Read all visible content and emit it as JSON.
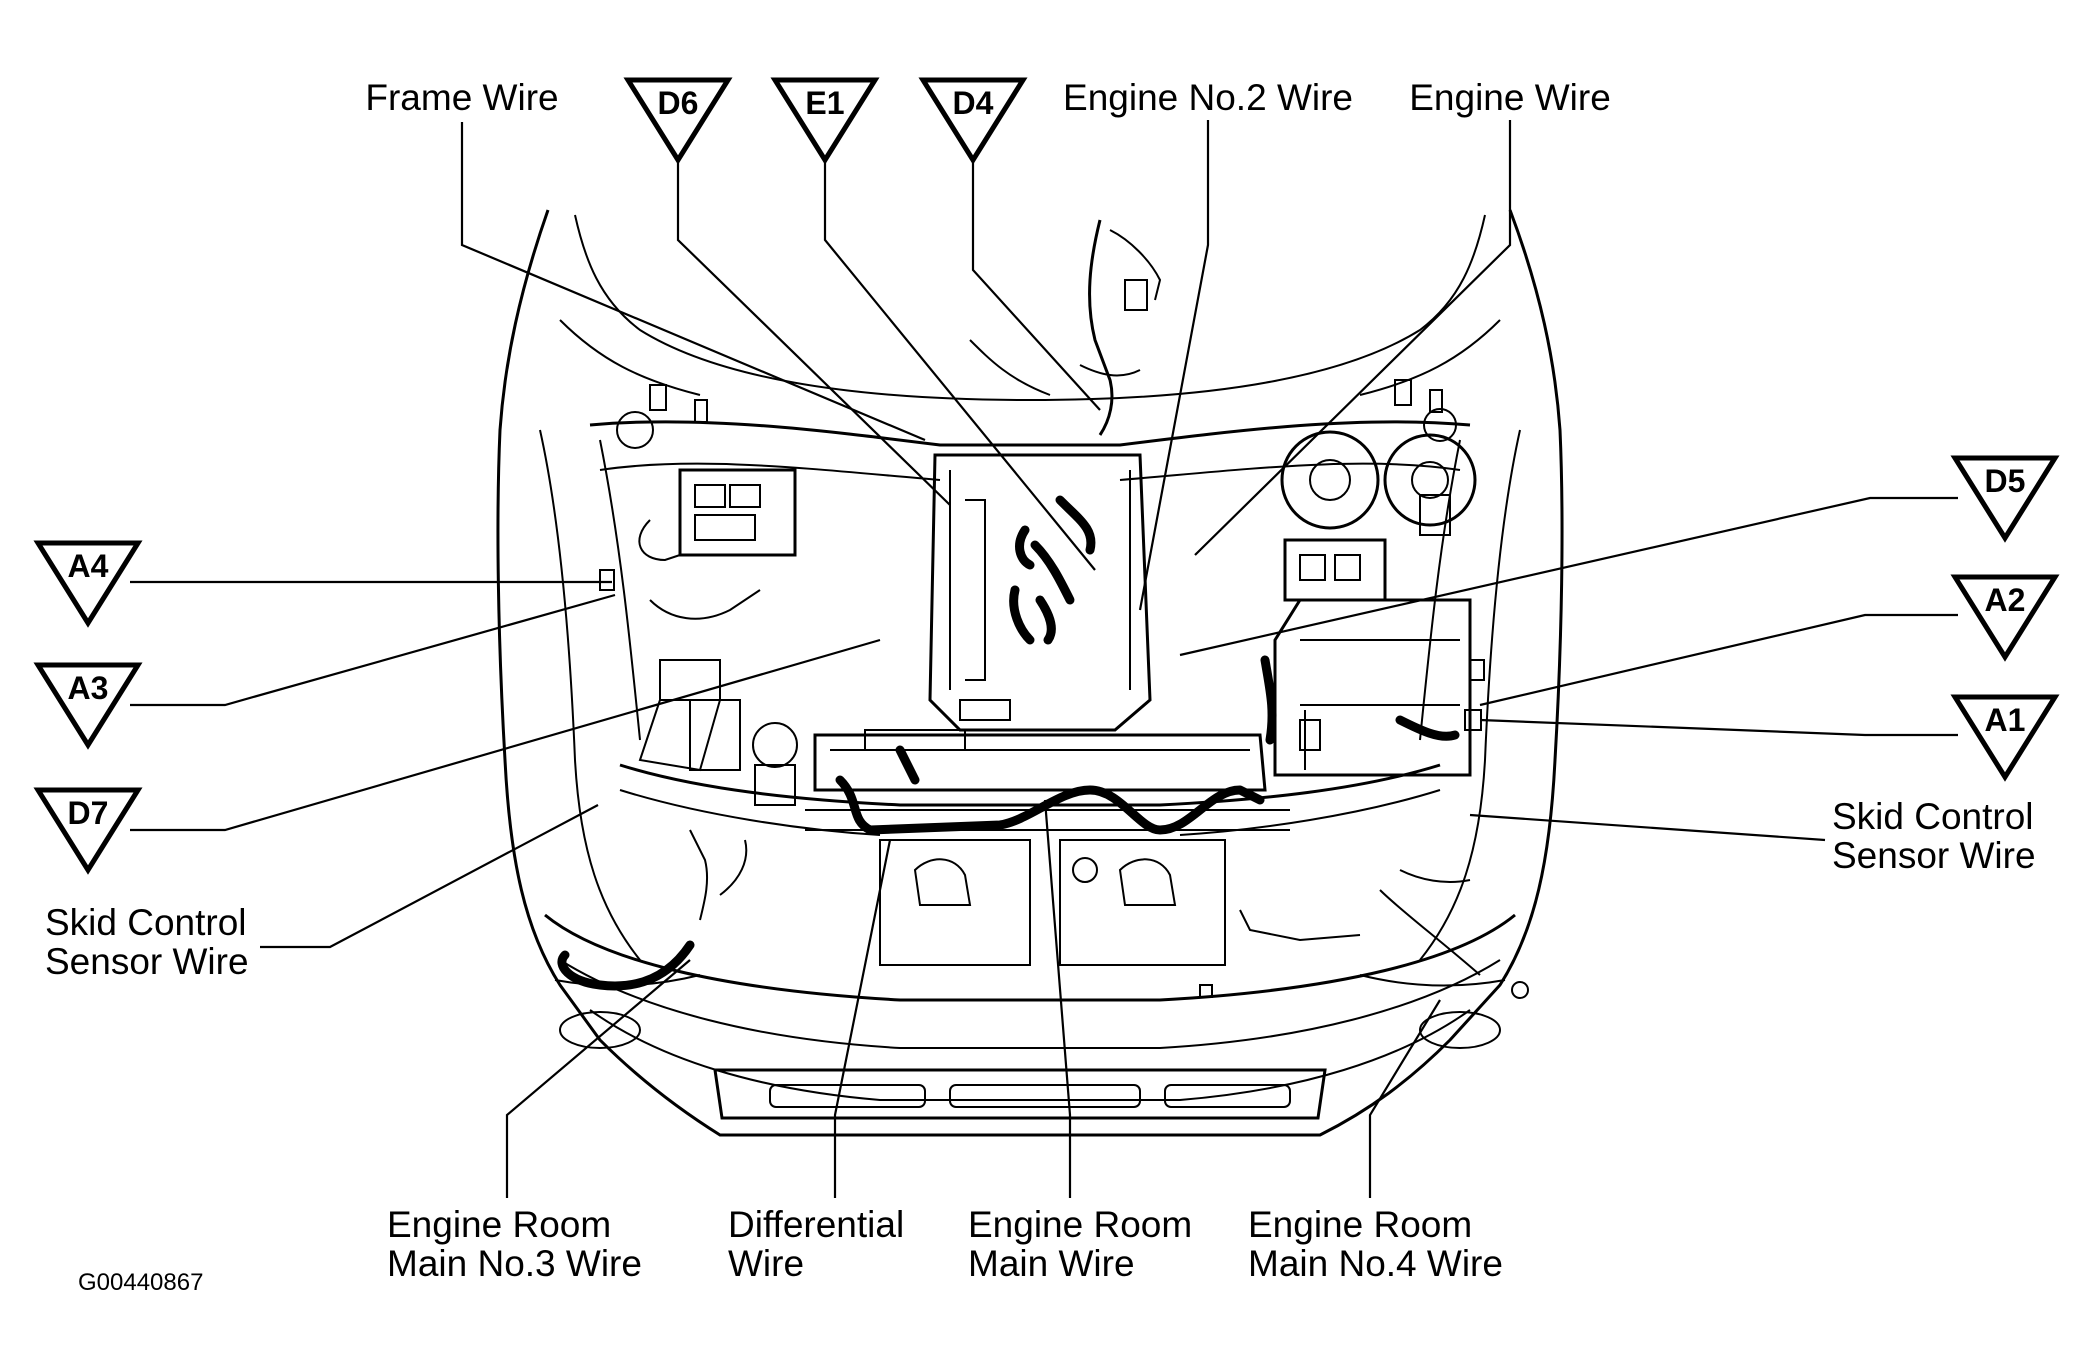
{
  "diagram": {
    "drawing_code": "G00440867",
    "top_labels": {
      "frame_wire": "Frame Wire",
      "engine_no2_wire": "Engine No.2 Wire",
      "engine_wire": "Engine Wire"
    },
    "connectors": {
      "d6": "D6",
      "e1": "E1",
      "d4": "D4",
      "d5": "D5",
      "a2": "A2",
      "a1": "A1",
      "a4": "A4",
      "a3": "A3",
      "d7": "D7"
    },
    "side_labels": {
      "skid_left_line1": "Skid Control",
      "skid_left_line2": "Sensor Wire",
      "skid_right_line1": "Skid Control",
      "skid_right_line2": "Sensor Wire"
    },
    "bottom_labels": {
      "erm3_line1": "Engine Room",
      "erm3_line2": "Main No.3 Wire",
      "diff_line1": "Differential",
      "diff_line2": "Wire",
      "erm_line1": "Engine Room",
      "erm_line2": "Main Wire",
      "erm4_line1": "Engine Room",
      "erm4_line2": "Main No.4 Wire"
    }
  }
}
